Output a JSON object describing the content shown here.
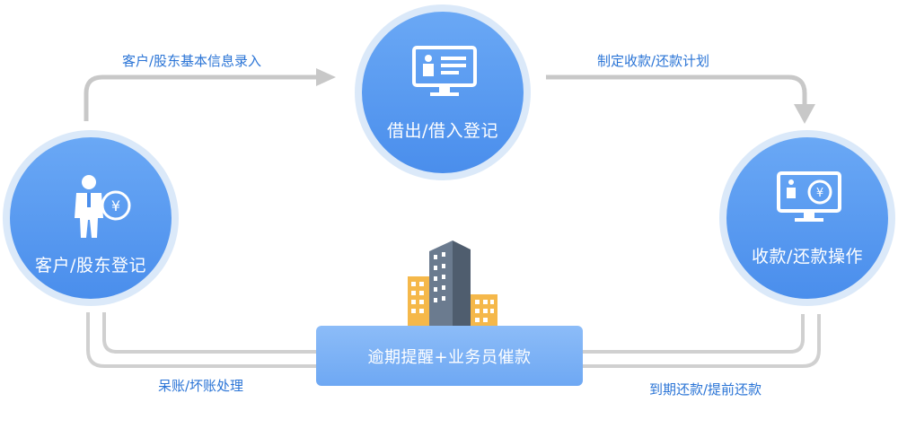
{
  "nodes": {
    "customer": {
      "label": "客户/股东登记",
      "icon": "person-yen-icon"
    },
    "lending": {
      "label": "借出/借入登记",
      "icon": "monitor-document-icon"
    },
    "repayment": {
      "label": "收款/还款操作",
      "icon": "monitor-yen-icon"
    }
  },
  "flows": {
    "top_left": "客户/股东基本信息录入",
    "top_right": "制定收款/还款计划",
    "bottom_left": "呆账/坏账处理",
    "bottom_right": "到期还款/提前还款"
  },
  "center": {
    "label": "逾期提醒+业务员催款",
    "icon": "buildings-icon"
  },
  "colors": {
    "accent": "#4a8eec",
    "ring": "#dbe9f9",
    "arrow": "#c8c8c8",
    "label": "#2a74d6"
  }
}
